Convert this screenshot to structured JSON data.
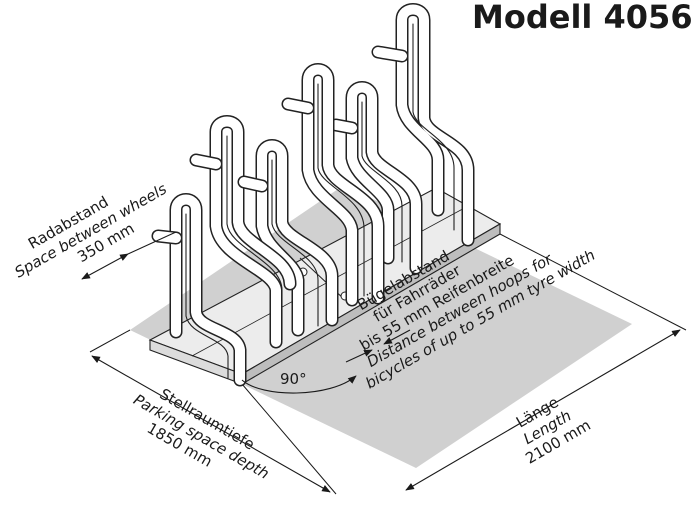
{
  "title": "Modell 4056",
  "labels": {
    "wheel_spacing": {
      "de": "Radabstand",
      "en": "Space between wheels",
      "value": "350 mm"
    },
    "hoop_distance": {
      "de": "Bügelabstand",
      "de_2": "für Fahrräder",
      "de_3": "bis 55 mm Reifenbreite",
      "en": "Distance between hoops for",
      "en_2": "bicycles of up to 55 mm tyre width"
    },
    "depth": {
      "de": "Stellraumtiefe",
      "en": "Parking space depth",
      "value": "1850 mm"
    },
    "length": {
      "de": "Länge",
      "en": "Length",
      "value": "2100 mm"
    },
    "angle": "90°"
  },
  "colors": {
    "floor": "#d0d0d0",
    "metal": "#ffffff",
    "outline": "#222222"
  }
}
